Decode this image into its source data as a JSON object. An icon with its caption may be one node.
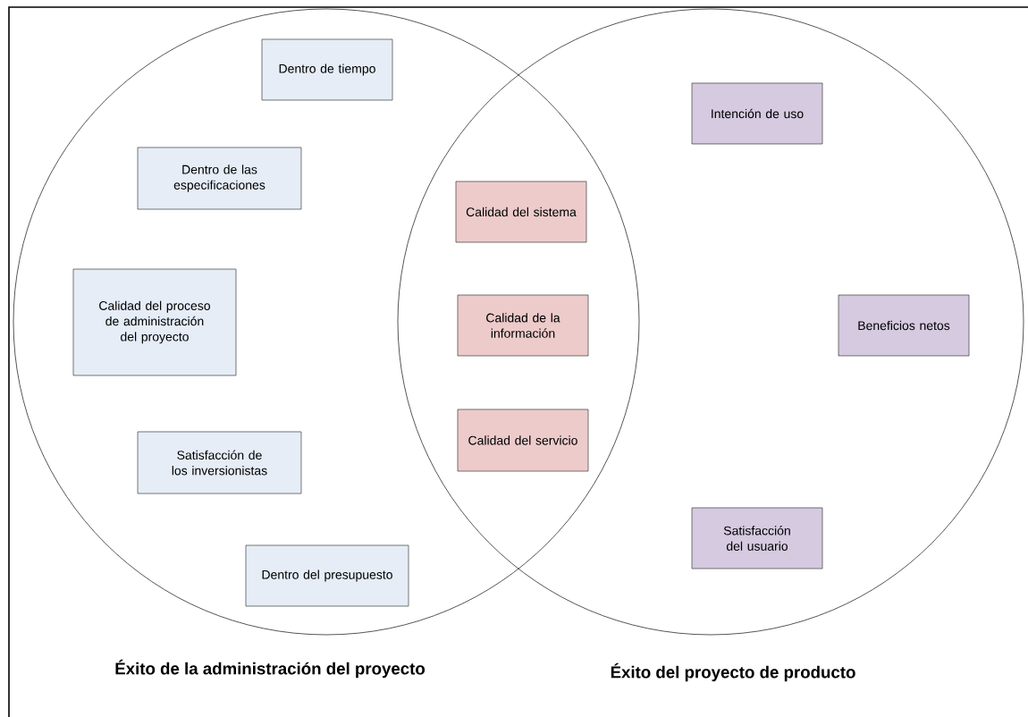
{
  "diagram": {
    "nodes": [
      {
        "text": [
          "Éxito de la administración del proyecto"
        ]
      },
      {
        "text": [
          "Éxito del proyecto de producto"
        ]
      },
      {
        "text": [
          "Dentro de tiempo"
        ],
        "in": 0
      },
      {
        "text": [
          "Dentro de las especificaciones"
        ],
        "in": 0
      },
      {
        "text": [
          "Calidad del proceso de administración del proyecto"
        ],
        "in": 0
      },
      {
        "text": [
          "Satisfacción de los inversionistas"
        ],
        "in": 0
      },
      {
        "text": [
          "Dentro del presupuesto"
        ],
        "in": 0
      },
      {
        "text": [
          "Calidad del sistema"
        ]
      },
      {
        "text": [
          "Calidad de la información"
        ]
      },
      {
        "text": [
          "Calidad del servicio"
        ]
      },
      {
        "text": [
          "Intención de uso"
        ],
        "in": 1
      },
      {
        "text": [
          "Beneficios netos"
        ],
        "in": 1
      },
      {
        "text": [
          "Satisfacción del usuario"
        ],
        "in": 1
      }
    ]
  }
}
